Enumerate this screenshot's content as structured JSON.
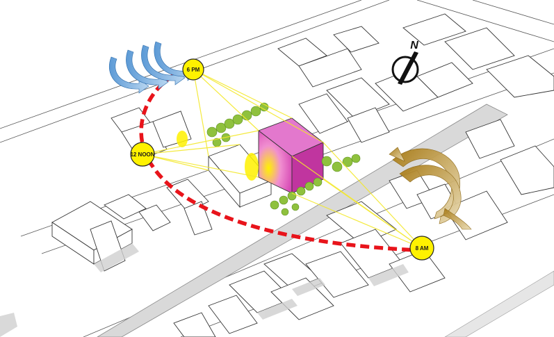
{
  "diagram": {
    "north_label": "N",
    "sun_positions": [
      {
        "id": "sunrise",
        "label": "8 AM"
      },
      {
        "id": "noon",
        "label": "12 NOON"
      },
      {
        "id": "sunset",
        "label": "6 PM"
      }
    ],
    "colors": {
      "sun": "#fff200",
      "sun_path": "#e8141b",
      "site_block": "#d23cb0",
      "warm_wind": "#b58a1c",
      "cool_wind": "#4a8ccf",
      "trees": "#8fc13e",
      "road": "#d9d9d9"
    }
  }
}
